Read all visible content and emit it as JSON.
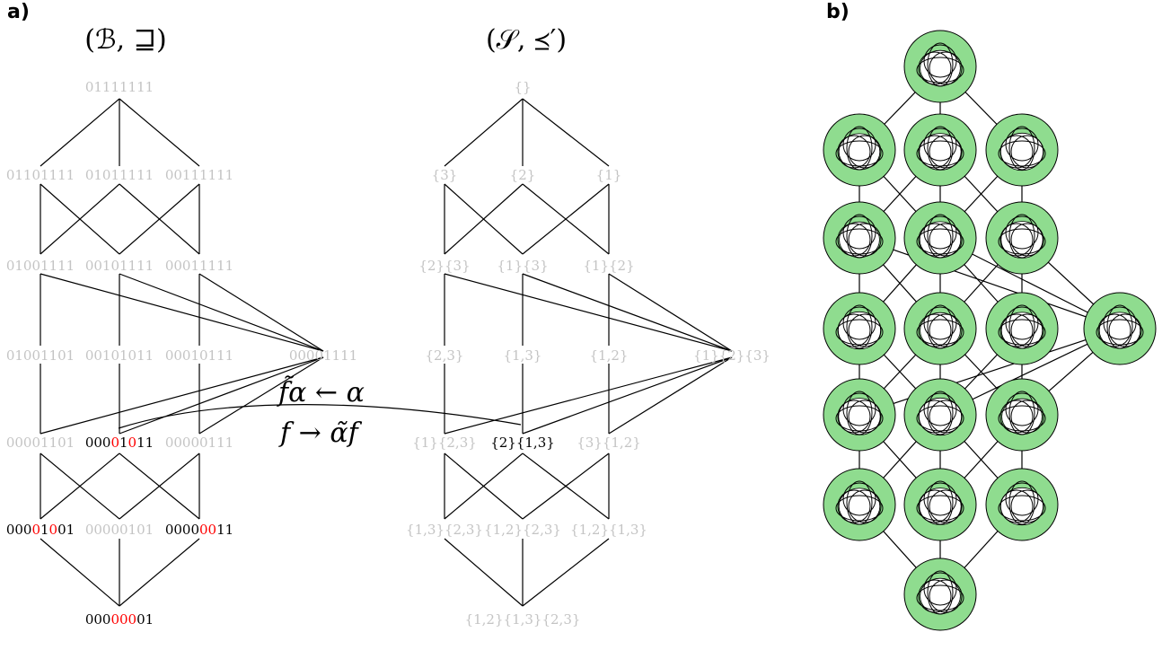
{
  "panel_a": {
    "label": "a)",
    "lattice_B": {
      "title": "(ℬ, ⊒)",
      "levels": [
        [
          "01111111"
        ],
        [
          "01101111",
          "01011111",
          "00111111"
        ],
        [
          "01001111",
          "00101111",
          "00011111"
        ],
        [
          "01001101",
          "00101011",
          "00010111",
          "00001111"
        ],
        [
          "00001101",
          "00001011",
          "00000111"
        ],
        [
          "00001001",
          "00000101",
          "00000011"
        ],
        [
          "00000001"
        ]
      ],
      "highlighted": [
        "00001011",
        "00001001",
        "00000011",
        "00000001"
      ],
      "highlight_color": "#ff0000"
    },
    "lattice_S": {
      "title": "(𝒮, ⪯′)",
      "levels": [
        [
          "{}"
        ],
        [
          "{3}",
          "{2}",
          "{1}"
        ],
        [
          "{2}{3}",
          "{1}{3}",
          "{1}{2}"
        ],
        [
          "{2,3}",
          "{1,3}",
          "{1,2}",
          "{1}{2}{3}"
        ],
        [
          "{1}{2,3}",
          "{2}{1,3}",
          "{3}{1,2}"
        ],
        [
          "{1,3}{2,3}",
          "{1,2}{2,3}",
          "{1,2}{1,3}"
        ],
        [
          "{1,2}{1,3}{2,3}"
        ]
      ],
      "highlighted": [
        "{2}{1,3}"
      ]
    },
    "mapping": {
      "forward": "f̃α ← α",
      "backward": "f → α̃f"
    }
  },
  "panel_b": {
    "label": "b)",
    "fill_color": "#8fdc8f",
    "row_counts": [
      1,
      3,
      3,
      3,
      3,
      3,
      1
    ],
    "side_node_count": 1
  }
}
